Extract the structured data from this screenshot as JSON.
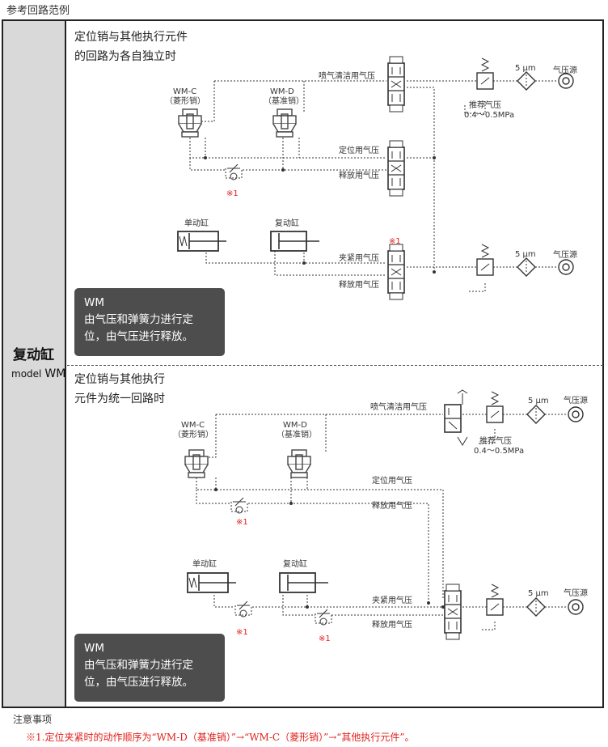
{
  "page_title": "参考回路范例",
  "model": {
    "name": "复动缸",
    "model_prefix": "model",
    "model_code": "WM"
  },
  "sections": [
    {
      "title_line1": "定位销与其他执行元件",
      "title_line2": "的回路为各自独立时",
      "labels": {
        "blow": "喷气清洁用气压",
        "locate": "定位用气压",
        "release": "释放用气压",
        "clamp": "夹紧用气压",
        "release2": "释放用气压",
        "wmc_code": "WM-C",
        "wmc_name": "（菱形销）",
        "wmd_code": "WM-D",
        "wmd_name": "（基准销）",
        "single_cyl": "单动缸",
        "double_cyl": "复动缸",
        "filter_top": "5 μm",
        "filter_bot": "5 μm",
        "source_top": "气压源",
        "source_bot": "气压源",
        "rec_label": "推荐气压",
        "rec_value": "0.4～0.5MPa",
        "mark1": "※1",
        "mark2": "※1"
      },
      "note": {
        "line1": "WM",
        "line2": "由气压和弹簧力进行定",
        "line3": "位，由气压进行释放。"
      }
    },
    {
      "title_line1": "定位销与其他执行",
      "title_line2": "元件为统一回路时",
      "labels": {
        "blow": "喷气清洁用气压",
        "locate": "定位用气压",
        "release": "释放用气压",
        "clamp": "夹紧用气压",
        "release2": "释放用气压",
        "wmc_code": "WM-C",
        "wmc_name": "（菱形销）",
        "wmd_code": "WM-D",
        "wmd_name": "（基准销）",
        "single_cyl": "单动缸",
        "double_cyl": "复动缸",
        "filter_top": "5 μm",
        "filter_bot": "5 μm",
        "source_top": "气压源",
        "source_bot": "气压源",
        "rec_label": "推荐气压",
        "rec_value": "0.4～0.5MPa",
        "mark1": "※1",
        "mark2": "※1",
        "mark3": "※1"
      },
      "note": {
        "line1": "WM",
        "line2": "由气压和弹簧力进行定",
        "line3": "位，由气压进行释放。"
      }
    }
  ],
  "notes": {
    "heading": "注意事项",
    "line1": "※1.定位夹紧时的动作顺序为“WM-D（基准销）”→“WM-C（菱形销）”→“其他执行元件”。"
  },
  "colors": {
    "accent_red": "#e0201b",
    "sidebar": "#d9d9d9",
    "note_box": "#4d4d4d"
  },
  "icons": [
    "valve-icon",
    "regulator-icon",
    "filter-icon",
    "air-source-icon",
    "pin-cylinder-icon",
    "cylinder-icon",
    "flow-control-icon"
  ]
}
